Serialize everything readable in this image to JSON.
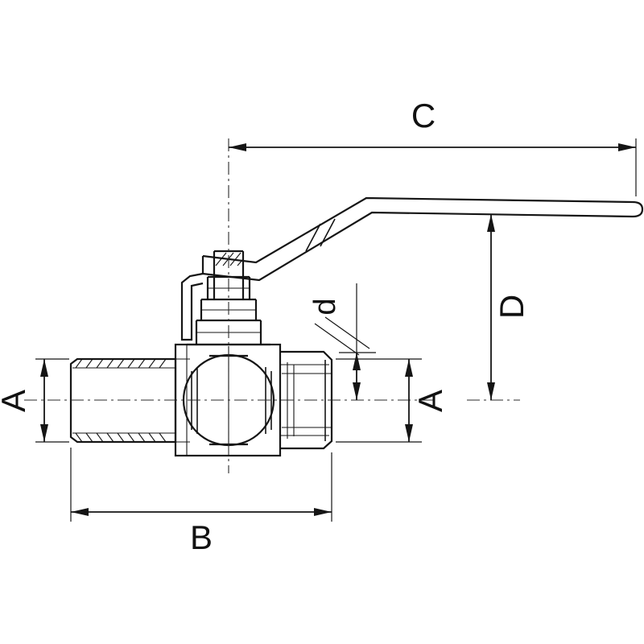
{
  "diagram": {
    "type": "technical-drawing",
    "subject": "Ball valve with lever handle, dimensioned engineering drawing",
    "labels": {
      "c": "C",
      "d_capital": "D",
      "d_small": "d",
      "a_left": "A",
      "a_right": "A",
      "b": "B"
    },
    "colors": {
      "line": "#151515",
      "background": "#ffffff"
    }
  }
}
